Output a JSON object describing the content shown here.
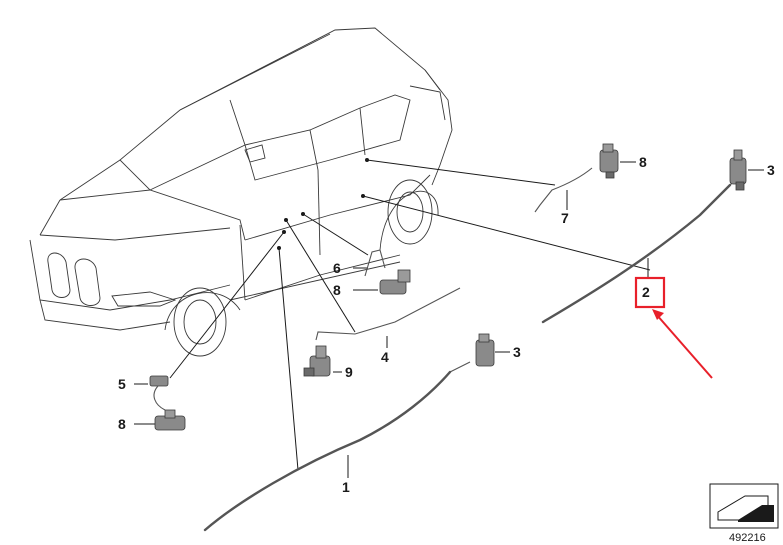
{
  "callouts": {
    "c1": "1",
    "c2": "2",
    "c3a": "3",
    "c3b": "3",
    "c4": "4",
    "c5": "5",
    "c6": "6",
    "c7": "7",
    "c8a": "8",
    "c8b": "8",
    "c8c": "8",
    "c9": "9"
  },
  "reference_number": "492216",
  "colors": {
    "highlight_box": "#e8202a",
    "arrow": "#e8202a",
    "part_fill": "#8a8a8a",
    "cable": "#555555"
  }
}
